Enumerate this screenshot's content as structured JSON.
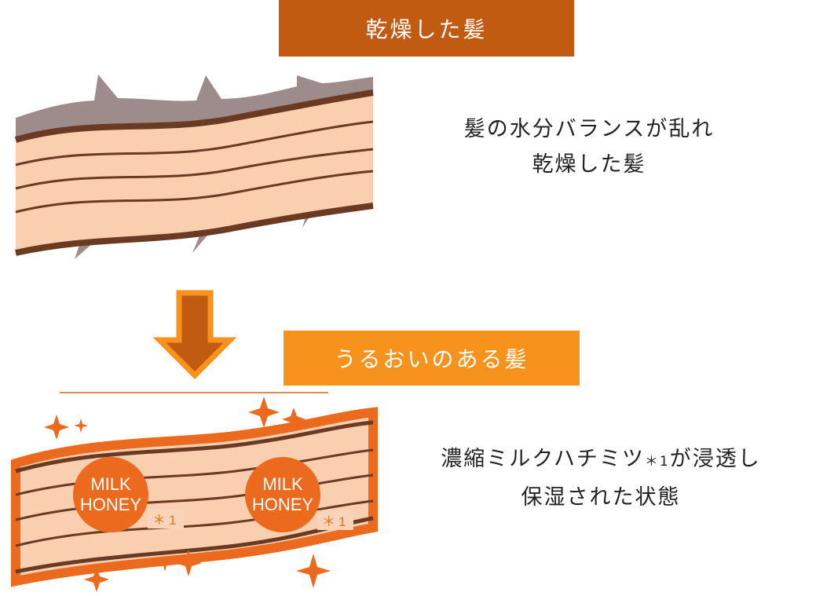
{
  "dry_section": {
    "title": "乾燥した髪",
    "description_line1": "髪の水分バランスが乱れ",
    "description_line2": "乾燥した髪"
  },
  "moist_section": {
    "title": "うるおいのある髪",
    "description_line1_pre": "濃縮ミルクハチミツ",
    "description_line1_note": "＊1",
    "description_line1_post": "が浸透し",
    "description_line2": "保湿された状態"
  },
  "badges": [
    {
      "line1": "MILK",
      "line2": "HONEY",
      "note": "＊1"
    },
    {
      "line1": "MILK",
      "line2": "HONEY",
      "note": "＊1"
    }
  ],
  "colors": {
    "banner_dry": "#c25b12",
    "banner_moist": "#f7931d",
    "hair_fill": "#f9cfb0",
    "hair_line": "#6b3a22",
    "damaged_cuticle": "#9e8c8c",
    "healthy_outline": "#ec6a1e",
    "sparkle": "#ec6a1e",
    "arrow_fill": "#c25b12",
    "arrow_outline": "#f7931d"
  }
}
